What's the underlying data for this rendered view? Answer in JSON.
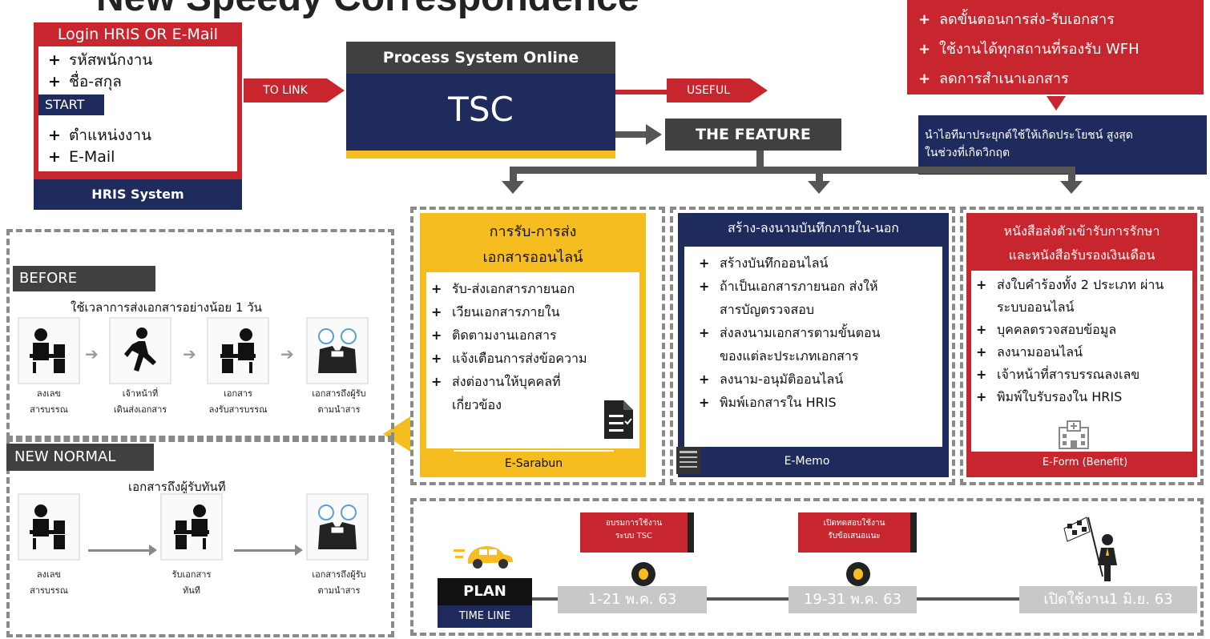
{
  "header": {
    "title": "New Speedy Correspondence"
  },
  "login": {
    "title": "Login HRIS OR E-Mail",
    "items_top": [
      "รหัสพนักงาน",
      "ชื่อ-สกุล"
    ],
    "start": "START",
    "items_bottom": [
      "ตำแหน่งงาน",
      "E-Mail"
    ],
    "footer": "HRIS System"
  },
  "link_label": "TO LINK",
  "process": {
    "title": "Process System Online",
    "name": "TSC"
  },
  "useful_label": "USEFUL",
  "feature_label": "THE FEATURE",
  "benefits": {
    "items": [
      "ลดขั้นตอนการส่ง-รับเอกสาร",
      "ใช้งานได้ทุกสถานที่รองรับ WFH",
      "ลดการสำเนาเอกสาร"
    ],
    "summary_line1": "นำไอทีมาประยุกต์ใช้ให้เกิดประโยชน์ สูงสุด",
    "summary_line2": "ในช่วงที่เกิดวิกฤต"
  },
  "esarabun": {
    "title_line1": "การรับ-การส่ง",
    "title_line2": "เอกสารออนไลน์",
    "items": [
      "รับ-ส่งเอกสารภายนอก",
      "เวียนเอกสารภายใน",
      "ติดตามงานเอกสาร",
      "แจ้งเตือนการส่งข้อความ",
      "ส่งต่องานให้บุคคลที่เกี่ยวข้อง"
    ],
    "footer": "E-Sarabun"
  },
  "ememo": {
    "title": "สร้าง-ลงนามบันทึกภายใน-นอก",
    "items": [
      "สร้างบันทึกออนไลน์",
      "ถ้าเป็นเอกสารภายนอก ส่งให้สารบัญตรวจสอบ",
      "ส่งลงนามเอกสารตามขั้นตอนของแต่ละประเภทเอกสาร",
      "ลงนาม-อนุมัติออนไลน์",
      "พิมพ์เอกสารใน HRIS"
    ],
    "footer": "E-Memo"
  },
  "eform": {
    "title_line1": "หนังสือส่งตัวเข้ารับการรักษา",
    "title_line2": "และหนังสือรับรองเงินเดือน",
    "items": [
      "ส่งใบคำร้องทั้ง 2 ประเภท ผ่านระบบออนไลน์",
      "บุคคลตรวจสอบข้อมูล",
      "ลงนามออนไลน์",
      "เจ้าหน้าที่สารบรรณลงเลข",
      "พิมพ์ใบรับรองใน HRIS"
    ],
    "footer": "E-Form (Benefit)"
  },
  "before": {
    "label": "BEFORE",
    "note": "ใช้เวลาการส่งเอกสารอย่างน้อย 1 วัน",
    "steps": [
      {
        "l1": "ลงเลข",
        "l2": "สารบรรณ"
      },
      {
        "l1": "เจ้าหน้าที่",
        "l2": "เดินส่งเอกสาร"
      },
      {
        "l1": "เอกสาร",
        "l2": "ลงรับสารบรรณ"
      },
      {
        "l1": "เอกสารถึงผู้รับ",
        "l2": "ตามนำสาร"
      }
    ]
  },
  "new_normal": {
    "label": "NEW NORMAL",
    "note": "เอกสารถึงผู้รับทันที",
    "steps": [
      {
        "l1": "ลงเลข",
        "l2": "สารบรรณ"
      },
      {
        "l1": "รับเอกสาร",
        "l2": "ทันที"
      },
      {
        "l1": "เอกสารถึงผู้รับ",
        "l2": "ตามนำสาร"
      }
    ]
  },
  "plan": {
    "label": "PLAN",
    "sub": "TIME LINE",
    "milestones": [
      {
        "event_l1": "อบรมการใช้งาน",
        "event_l2": "ระบบ TSC",
        "date": "1-21 พ.ค. 63"
      },
      {
        "event_l1": "เปิดทดสอบใช้งาน",
        "event_l2": "รับข้อเสนอแนะ",
        "date": "19-31 พ.ค. 63"
      }
    ],
    "final": "เปิดใช้งาน1 มิ.ย. 63"
  },
  "colors": {
    "red": "#c8262e",
    "navy": "#1f2b5c",
    "dark": "#404040",
    "yellow": "#f5bd1f",
    "gray": "#8a8a8a"
  }
}
